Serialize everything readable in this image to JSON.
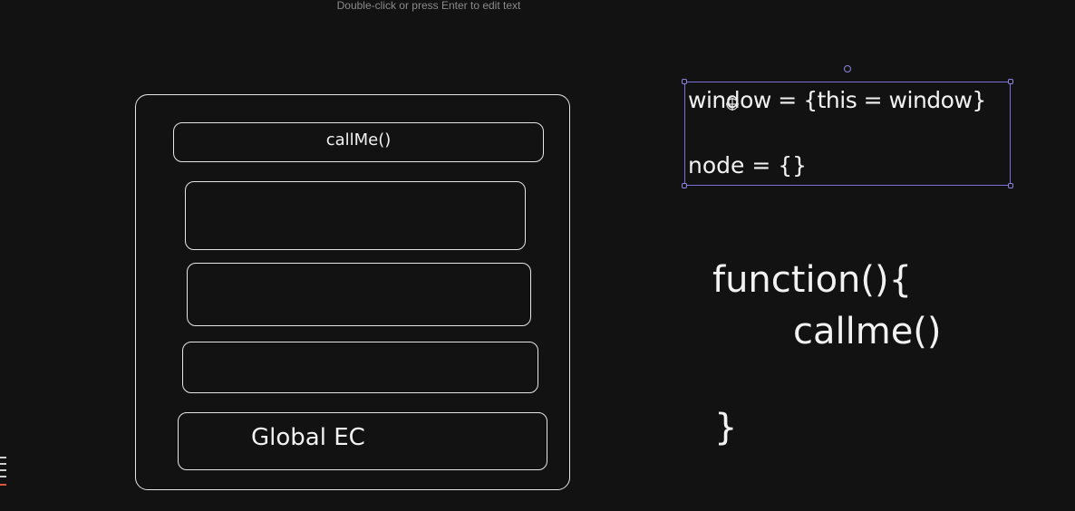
{
  "hint": "Double-click or press Enter to edit text",
  "stack": {
    "top_frame_label": "callMe()",
    "bottom_frame_label": "Global EC"
  },
  "notes": {
    "line1": "window = {this = window}",
    "line2": "node = {}"
  },
  "code": {
    "line1": "function(){",
    "line2": "callme()",
    "line3": "}"
  },
  "colors": {
    "background": "#121212",
    "stroke": "#e6e6e6",
    "selection": "#7b6fd6",
    "hint": "#8a8a8a"
  }
}
